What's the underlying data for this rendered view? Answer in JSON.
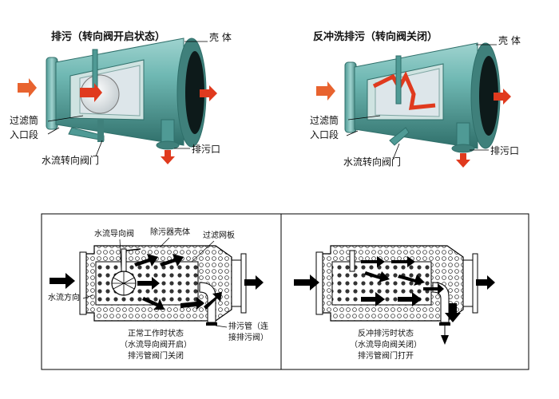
{
  "top_left": {
    "title": "排污（转向阀开启状态）",
    "shell_label": "壳 体",
    "filter_label": "过滤筒",
    "inlet_label": "入口段",
    "valve_label": "水流转向阀门",
    "drain_label": "排污口"
  },
  "top_right": {
    "title": "反冲洗排污（转向阀关闭）",
    "shell_label": "壳 体",
    "filter_label": "过滤筒",
    "inlet_label": "入口段",
    "valve_label": "水流转向阀门",
    "drain_label": "排污口"
  },
  "bottom_left": {
    "guide_valve_label": "水流导向阀",
    "housing_label": "除污器壳体",
    "screen_label": "过滤网板",
    "flow_dir_label": "水流方向",
    "drain_pipe_label_1": "排污管（连",
    "drain_pipe_label_2": "接排污阀）",
    "caption_1": "正常工作时状态",
    "caption_2": "（水流导向阀开启）",
    "caption_3": "排污管阀门关闭"
  },
  "bottom_right": {
    "caption_1": "反冲排污时状态",
    "caption_2": "（水流导向阀关闭）",
    "caption_3": "排污管阀门打开"
  },
  "colors": {
    "shell": "#5aa7a2",
    "shell_dark": "#2f6f6a",
    "flow_arrow": "#e03a1e",
    "line": "#000000"
  }
}
